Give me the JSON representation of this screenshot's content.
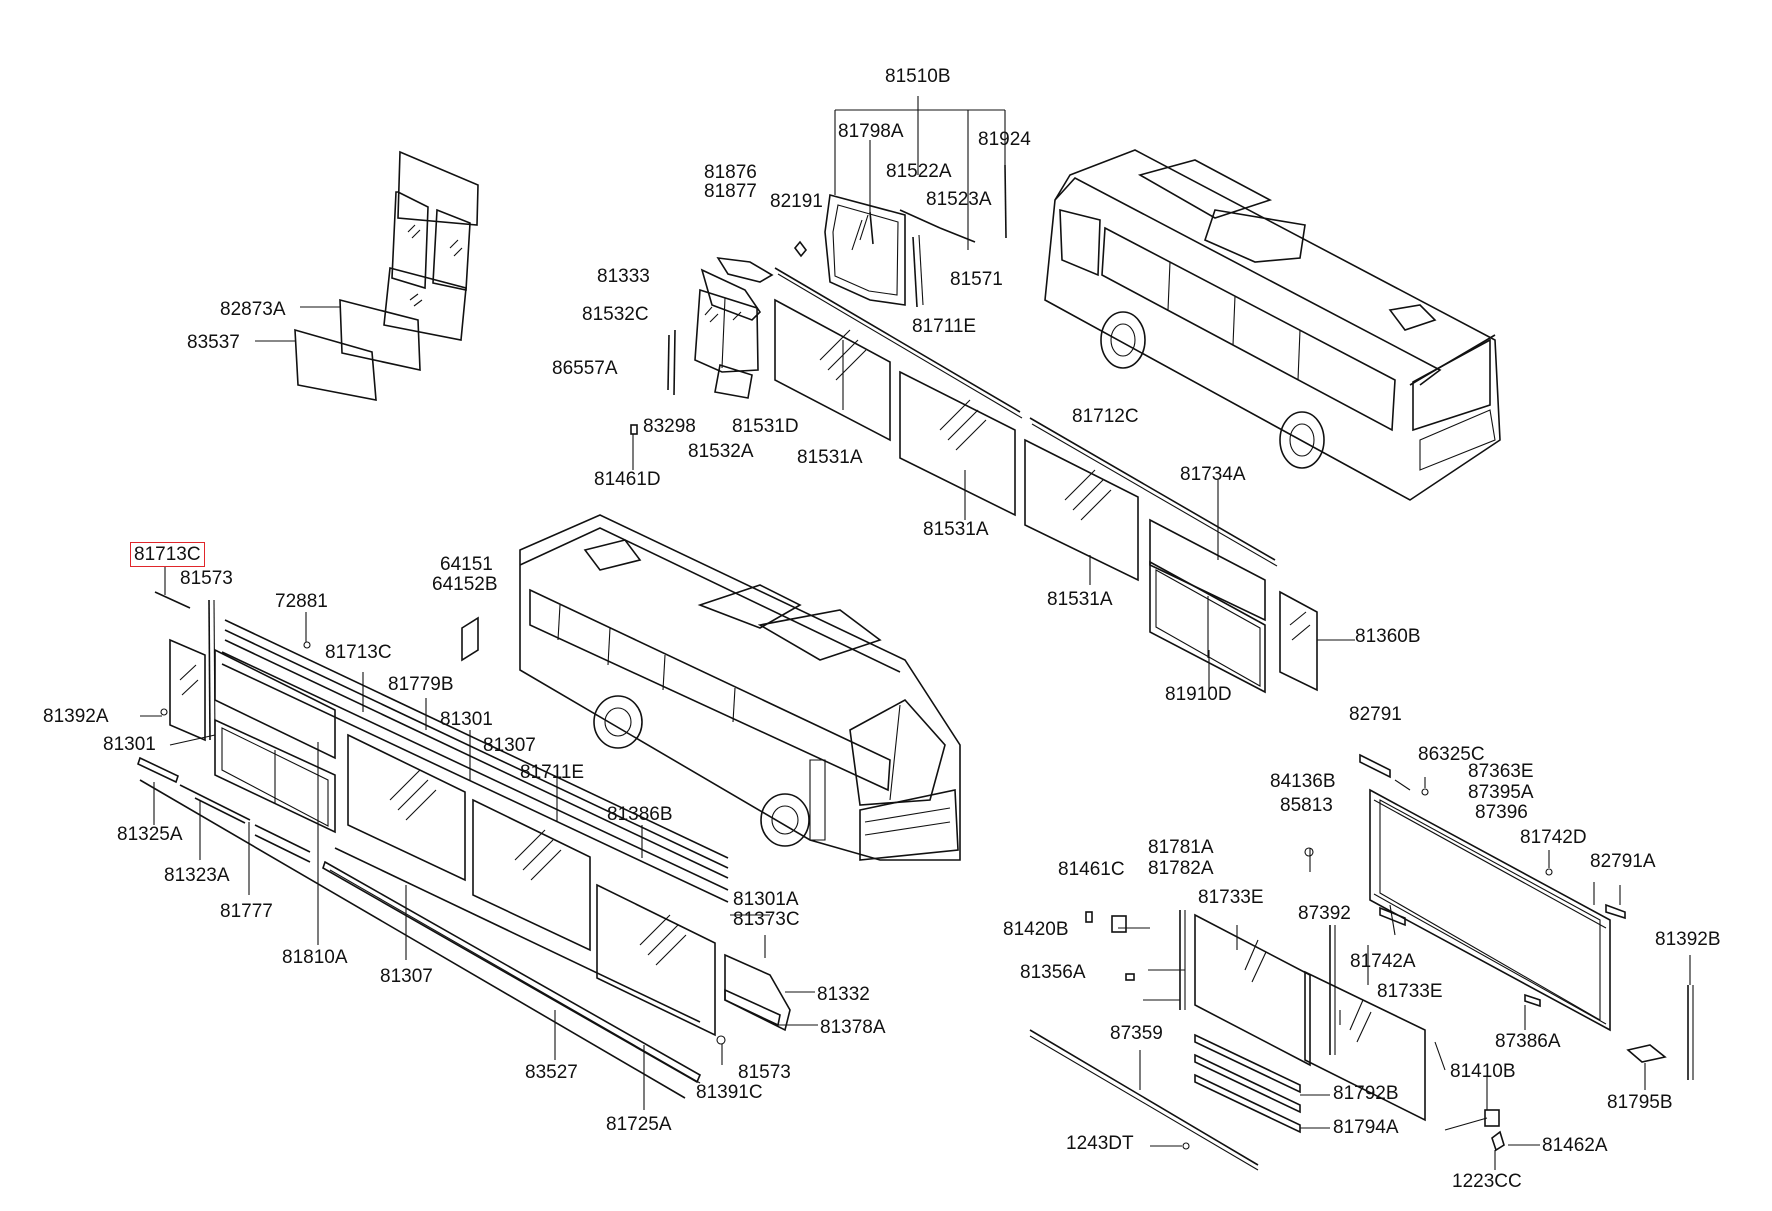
{
  "highlight_color": "#e0262b",
  "labels": {
    "l_81510B": "81510B",
    "l_81798A": "81798A",
    "l_81924": "81924",
    "l_81522A": "81522A",
    "l_81523A": "81523A",
    "l_81876": "81876",
    "l_81877": "81877",
    "l_82191": "82191",
    "l_81571": "81571",
    "l_81333": "81333",
    "l_81532C": "81532C",
    "l_81711E_top": "81711E",
    "l_86557A": "86557A",
    "l_83298": "83298",
    "l_81531D": "81531D",
    "l_81532A": "81532A",
    "l_81531A_1": "81531A",
    "l_81461D": "81461D",
    "l_81712C": "81712C",
    "l_81531A_2": "81531A",
    "l_81734A": "81734A",
    "l_81531A_3": "81531A",
    "l_81360B": "81360B",
    "l_81910D": "81910D",
    "l_82873A": "82873A",
    "l_83537": "83537",
    "l_81713C_top": "81713C",
    "l_81573_top": "81573",
    "l_72881": "72881",
    "l_64151": "64151",
    "l_64152B": "64152B",
    "l_81713C_mid": "81713C",
    "l_81779B": "81779B",
    "l_81392A": "81392A",
    "l_81301_left": "81301",
    "l_81301_mid": "81301",
    "l_81307_top": "81307",
    "l_81711E_mid": "81711E",
    "l_81325A": "81325A",
    "l_81386B": "81386B",
    "l_81323A": "81323A",
    "l_81777": "81777",
    "l_81810A": "81810A",
    "l_81307_bot": "81307",
    "l_81301A": "81301A",
    "l_81373C": "81373C",
    "l_81332": "81332",
    "l_81378A": "81378A",
    "l_81573_bot": "81573",
    "l_83527": "83527",
    "l_81391C": "81391C",
    "l_81725A": "81725A",
    "l_82791": "82791",
    "l_86325C": "86325C",
    "l_87363E": "87363E",
    "l_87395A": "87395A",
    "l_87396": "87396",
    "l_84136B": "84136B",
    "l_85813": "85813",
    "l_81742D": "81742D",
    "l_82791A": "82791A",
    "l_81781A": "81781A",
    "l_81782A": "81782A",
    "l_81461C": "81461C",
    "l_81733E_1": "81733E",
    "l_87392": "87392",
    "l_81742A": "81742A",
    "l_81420B": "81420B",
    "l_81392B": "81392B",
    "l_81356A": "81356A",
    "l_81733E_2": "81733E",
    "l_87386A": "87386A",
    "l_87359": "87359",
    "l_81410B": "81410B",
    "l_81792B": "81792B",
    "l_81795B": "81795B",
    "l_81794A": "81794A",
    "l_1243DT": "1243DT",
    "l_81462A": "81462A",
    "l_1223CC": "1223CC"
  }
}
